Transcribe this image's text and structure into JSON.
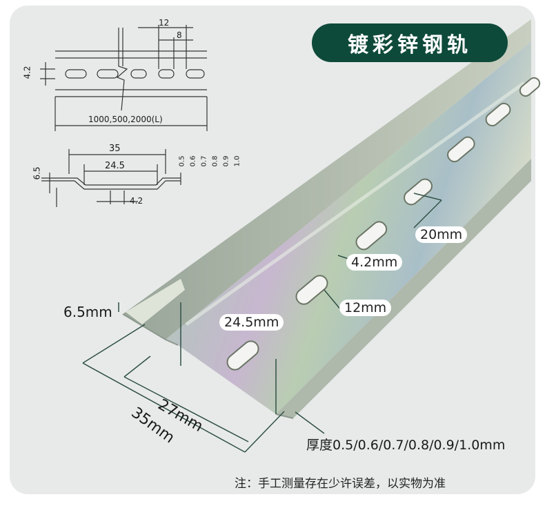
{
  "title": "镀彩锌钢轨",
  "drawing": {
    "top_view": {
      "dim_12": "12",
      "dim_8": "8",
      "dim_4_2": "4.2",
      "length_label": "1000,500,2000(L)"
    },
    "section_view": {
      "dim_35": "35",
      "dim_24_5": "24.5",
      "dim_6_5": "6.5",
      "dim_4_2": "4.2",
      "thickness_values": [
        "0.5",
        "0.6",
        "0.7",
        "0.8",
        "0.9",
        "1.0"
      ]
    }
  },
  "photo_labels": {
    "slot_length": "20mm",
    "slot_width": "4.2mm",
    "slot_pitch": "12mm",
    "inner_width": "24.5mm",
    "height": "6.5mm",
    "base_width": "27mm",
    "outer_width": "35mm",
    "thickness": "厚度0.5/0.6/0.7/0.8/0.9/1.0mm"
  },
  "note": "注：手工测量存在少许误差，以实物为准",
  "colors": {
    "title_bg": "#0e4a3a",
    "panel_bg": "#e8eaea",
    "dimension_line": "#2f4f45"
  }
}
